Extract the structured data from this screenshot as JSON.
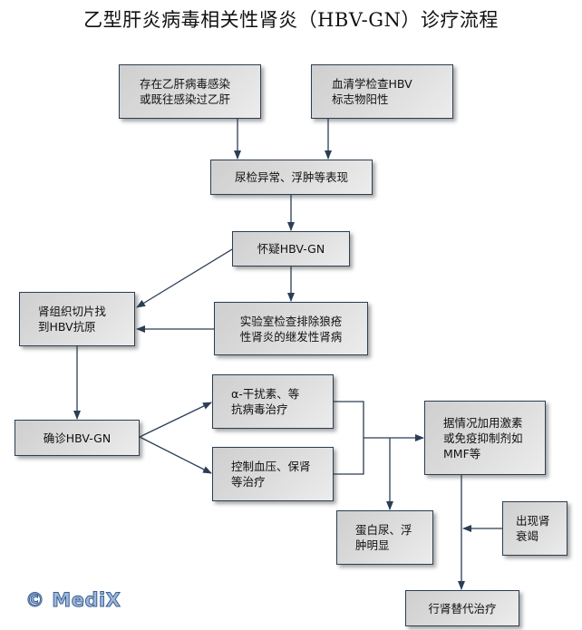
{
  "title": "乙型肝炎病毒相关性肾炎（HBV-GN）诊疗流程",
  "nodes": {
    "hbv_infection": "存在乙肝病毒感染\n或既往感染过乙肝",
    "serology_positive": "血清学检查HBV\n标志物阳性",
    "urine_abnormal": "尿检异常、浮肿等表现",
    "suspect": "怀疑HBV-GN",
    "biopsy_antigen": "肾组织切片找\n到HBV抗原",
    "exclude_lupus": "实验室检查排除狼疮\n性肾炎的继发性肾病",
    "confirmed": "确诊HBV-GN",
    "antiviral": "α-干扰素、等\n抗病毒治疗",
    "bp_control": "控制血压、保肾\n等治疗",
    "immunosuppress": "据情况加用激素\n或免疫抑制剂如\nMMF等",
    "proteinuria": "蛋白尿、浮\n肿明显",
    "renal_failure": "出现肾\n衰竭",
    "replacement": "行肾替代治疗"
  },
  "watermark": "© MediX",
  "colors": {
    "line": "#2b3e55",
    "box_border": "#2b3e55",
    "box_fill": "#dcdcdc",
    "logo": "#9fb8db"
  }
}
